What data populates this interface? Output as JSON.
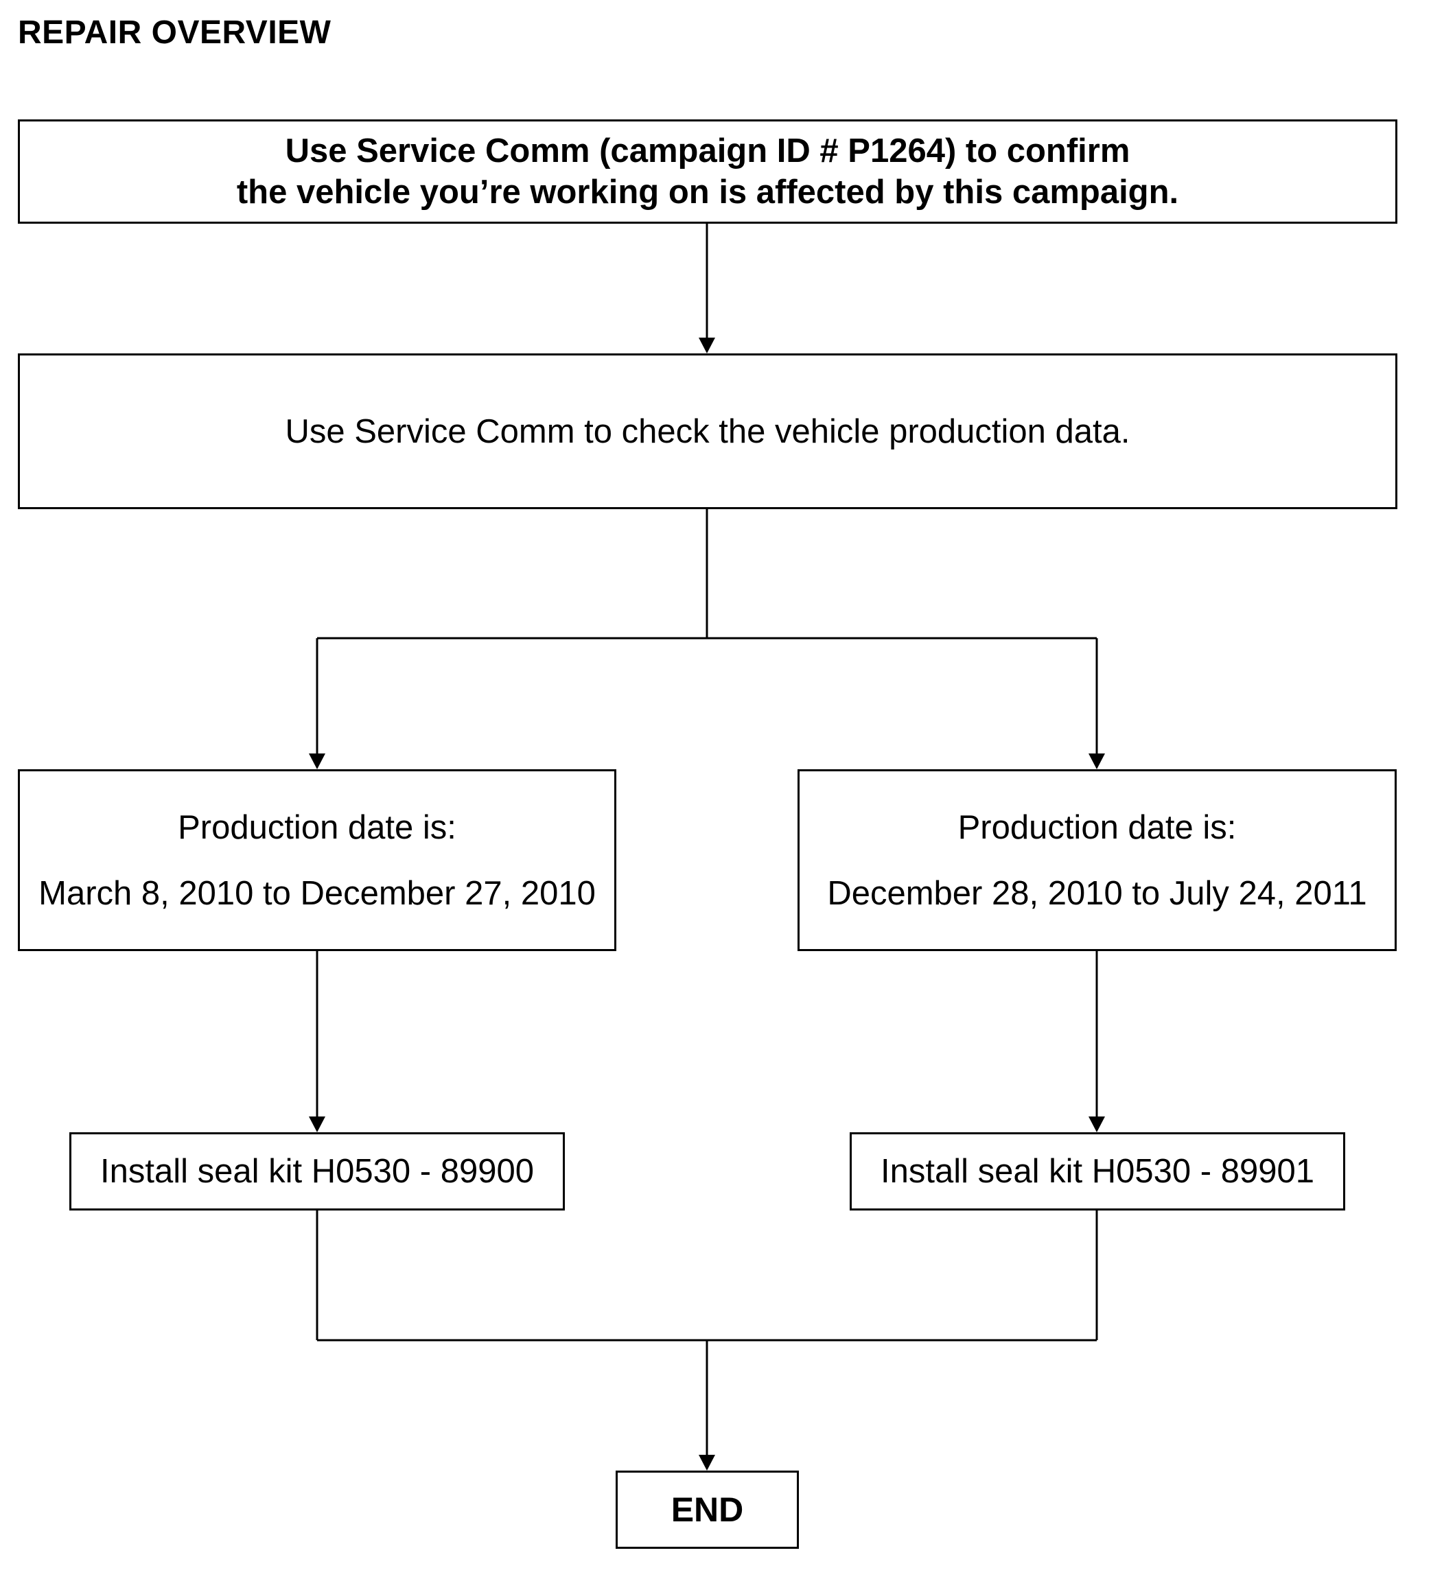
{
  "page": {
    "title": "REPAIR OVERVIEW"
  },
  "flow": {
    "step_confirm": {
      "line1": "Use Service Comm (campaign ID # P1264) to confirm",
      "line2": "the vehicle you’re working on is affected by this campaign."
    },
    "step_check": {
      "text": "Use Service Comm to check the vehicle production data."
    },
    "branch_left": {
      "heading": "Production date is:",
      "range": "March 8, 2010 to December 27, 2010",
      "action": "Install seal kit H0530 - 89900"
    },
    "branch_right": {
      "heading": "Production date is:",
      "range": "December 28, 2010 to July 24, 2011",
      "action": "Install seal kit H0530 - 89901"
    },
    "end": {
      "label": "END"
    }
  },
  "colors": {
    "line": "#000000",
    "background": "#ffffff"
  }
}
